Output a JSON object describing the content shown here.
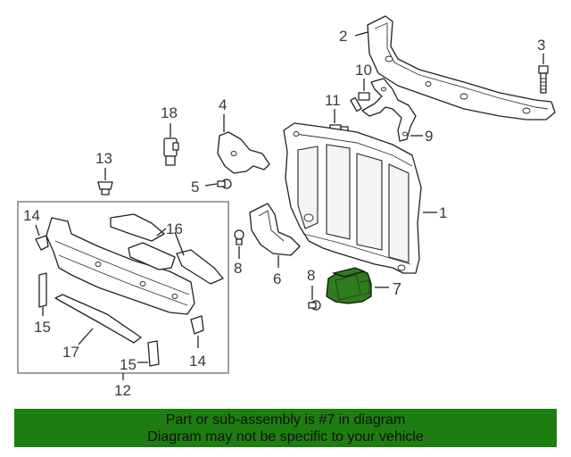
{
  "callouts": {
    "n1": "1",
    "n2": "2",
    "n3": "3",
    "n4": "4",
    "n5": "5",
    "n6": "6",
    "n7": "7",
    "n8a": "8",
    "n8b": "8",
    "n9": "9",
    "n10": "10",
    "n11": "11",
    "n12": "12",
    "n13": "13",
    "n14a": "14",
    "n14b": "14",
    "n15a": "15",
    "n15b": "15",
    "n16": "16",
    "n17": "17",
    "n18": "18"
  },
  "colors": {
    "highlight_part": "#2e7d1a",
    "banner_bg": "#1e7d10"
  },
  "banner": {
    "line1": "Part or sub-assembly is #7 in diagram",
    "line2": "Diagram may not be specific to your vehicle"
  }
}
